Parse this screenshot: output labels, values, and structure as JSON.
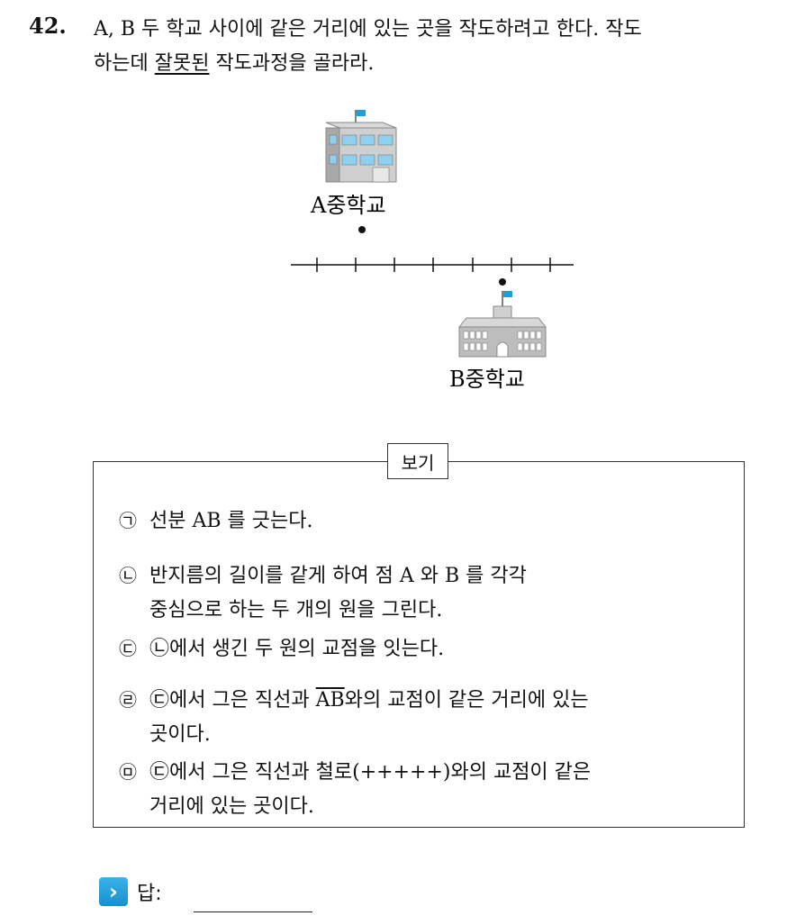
{
  "question": {
    "number": "42.",
    "line1": "A, B 두 학교 사이에 같은 거리에 있는 곳을 작도하려고 한다. 작도",
    "line2_pre": "하는데 ",
    "line2_underlined": "잘못된",
    "line2_post": " 작도과정을 골라라."
  },
  "figure": {
    "school_a_label": "A중학교",
    "school_b_label": "B중학교",
    "flag_color": "#1f9fd6",
    "building_color": "#bdbdbd"
  },
  "box": {
    "title": "보기",
    "items": [
      {
        "mark": "㉠",
        "text": "선분 AB 를 긋는다."
      },
      {
        "mark": "㉡",
        "text": "반지름의 길이를 같게 하여 점 A 와 B 를 각각",
        "text2": "중심으로 하는 두 개의 원을 그린다."
      },
      {
        "mark": "㉢",
        "text": "㉡에서 생긴 두 원의 교점을 잇는다."
      },
      {
        "mark": "㉣",
        "pre": "㉢에서 그은 직선과 ",
        "over": "AB",
        "post": "와의 교점이 같은 거리에 있는",
        "text2": "곳이다."
      },
      {
        "mark": "㉤",
        "text": "㉢에서 그은 직선과 철로(+++++)와의 교점이 같은",
        "text2": "거리에 있는 곳이다."
      }
    ]
  },
  "answer": {
    "icon": "›",
    "label": "답:"
  }
}
